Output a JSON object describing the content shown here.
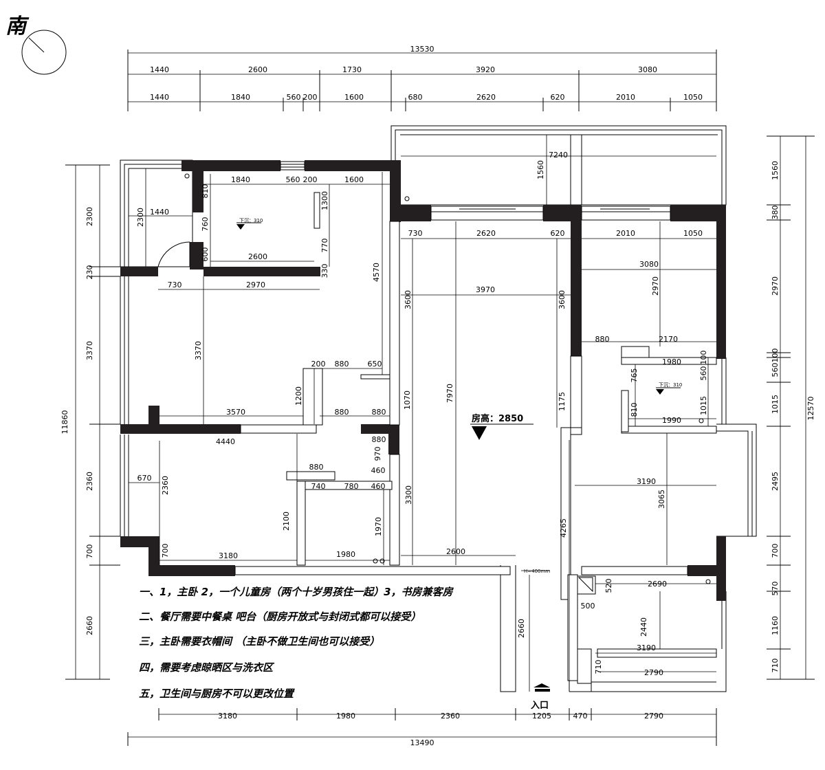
{
  "compass": {
    "label": "南"
  },
  "top_dims": {
    "total": "13530",
    "row1": [
      "1440",
      "2600",
      "1730",
      "3920",
      "3080"
    ],
    "row2": [
      "1440",
      "1840",
      "560",
      "200",
      "1600",
      "680",
      "2620",
      "620",
      "2010",
      "1050"
    ]
  },
  "bottom_dims": {
    "row1": [
      "3180",
      "1980",
      "2360",
      "1205",
      "470",
      "2790"
    ],
    "total": "13490"
  },
  "left_dims": {
    "total": "11860",
    "segments": [
      "2300",
      "230",
      "3370",
      "2360",
      "700",
      "2660"
    ]
  },
  "right_dims": {
    "total": "12570",
    "segments": [
      "1560",
      "380",
      "2970",
      "100",
      "560",
      "1015",
      "2495",
      "700",
      "570",
      "1160",
      "710"
    ]
  },
  "interior_dims": {
    "balcony_top": [
      "7240",
      "1560"
    ],
    "kids_room": [
      "1840",
      "560",
      "200",
      "1600",
      "810",
      "760",
      "600",
      "1300",
      "770",
      "2600",
      "330"
    ],
    "left_bal": [
      "2300",
      "1440",
      "230"
    ],
    "master": [
      "730",
      "2970",
      "4570",
      "3370",
      "200",
      "880",
      "650",
      "1200",
      "3570"
    ],
    "kitchen": [
      "880",
      "880",
      "880",
      "970",
      "4440",
      "1070"
    ],
    "bottom_left": [
      "670",
      "2360",
      "700",
      "3180",
      "880",
      "460",
      "740",
      "780",
      "460",
      "2100",
      "1970",
      "1980",
      "3300"
    ],
    "living": [
      "730",
      "2620",
      "620",
      "3600",
      "3970",
      "3600",
      "7970",
      "1175",
      "2600",
      "4265"
    ],
    "study": [
      "2010",
      "1050",
      "3080",
      "2970",
      "880",
      "2170",
      "1980",
      "765",
      "810",
      "1990",
      "100",
      "560",
      "1015",
      "3190",
      "3065"
    ],
    "bath": [
      "520",
      "2690",
      "500",
      "2440",
      "3190",
      "710",
      "2790",
      "2660"
    ]
  },
  "room_height": {
    "label": "房高：2850"
  },
  "floor_marks": [
    "下沉：310",
    "下沉：310"
  ],
  "door_note": "H=400mm",
  "entrance": {
    "label": "入口"
  },
  "notes": [
    "一、1，主卧 2，一个儿童房（两个十岁男孩住一起）3，书房兼客房",
    "二、餐厅需要中餐桌 吧台（厨房开放式与封闭式都可以接受）",
    "三，主卧需要衣帽间 （主卧不做卫生间也可以接受）",
    "四，需要考虑晾晒区与洗衣区",
    "五，卫生间与厨房不可以更改位置"
  ]
}
